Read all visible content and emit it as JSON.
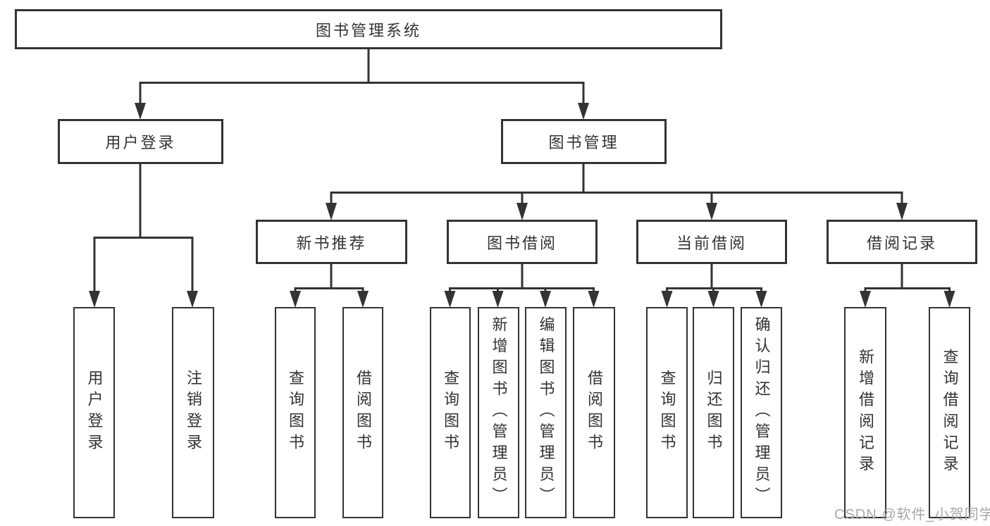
{
  "diagram": {
    "title": "图书管理系统",
    "level2": {
      "user_login": "用户登录",
      "book_mgmt": "图书管理"
    },
    "level3": {
      "new_book_rec": "新书推荐",
      "book_borrow": "图书借阅",
      "current_borrow": "当前借阅",
      "borrow_records": "借阅记录"
    },
    "leaves": {
      "login_user_login": "用户登录",
      "login_logout": "注销登录",
      "rec_query_book": "查询图书",
      "rec_borrow_book": "借阅图书",
      "borrow_query_book": "查询图书",
      "borrow_add_book": "新增图书（管理员）",
      "borrow_edit_book": "编辑图书（管理员）",
      "borrow_borrow_book": "借阅图书",
      "current_query_book": "查询图书",
      "current_return_book": "归还图书",
      "current_confirm_return": "确认归还（管理员）",
      "records_add_record": "新增借阅记录",
      "records_query_record": "查询借阅记录"
    }
  },
  "watermark": {
    "text": "CSDN @软件_小贺同学"
  },
  "colors": {
    "line": "#333333",
    "text": "#333333",
    "watermark": "#a8a8a8",
    "background": "#ffffff"
  }
}
